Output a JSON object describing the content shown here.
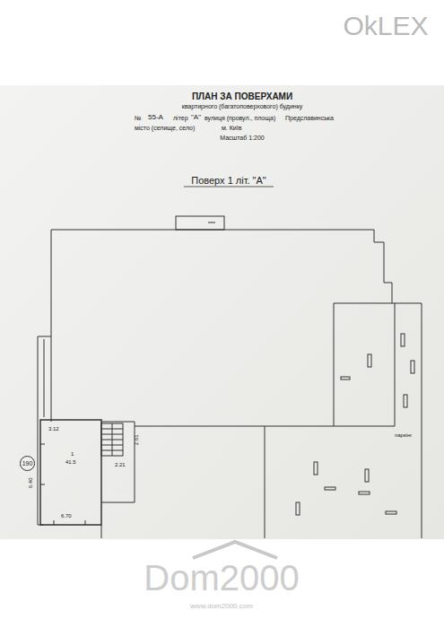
{
  "diagram": {
    "title": "ПЛАН ЗА ПОВЕРХАМИ",
    "nodes": [
      {
        "text": [
          "190"
        ]
      }
    ],
    "labels": [
      "OkLEX",
      "квартирного (багатоповерхового) будинку",
      "№",
      "55-А",
      "літер",
      "\"А\"",
      "вулиця (провул., площа)",
      "Предславинська",
      "місто (селище, село)",
      "м. Київ",
      "Масштаб 1:200",
      "Поверх 1 літ. \"А\"",
      "3.12",
      "6.40",
      "1",
      "41.5",
      "2.21",
      "2.61",
      "6.70",
      "паркінг",
      "Dom2000",
      "www.dom2000.com"
    ]
  }
}
